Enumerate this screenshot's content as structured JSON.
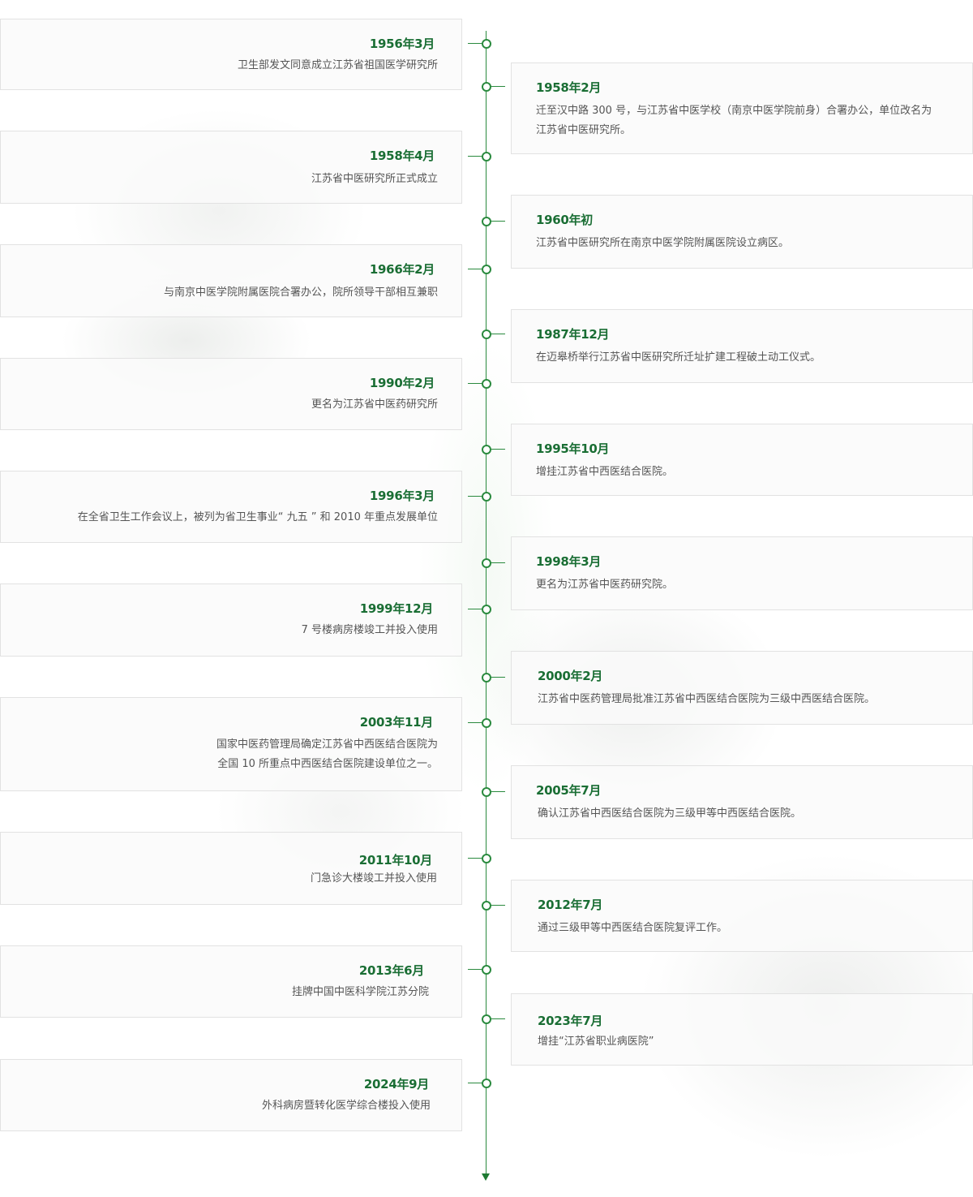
{
  "timeline": {
    "events": [
      {
        "date": "1956年3月",
        "desc": [
          "卫生部发文同意成立江苏省祖国医学研究所"
        ]
      },
      {
        "date": "1958年2月",
        "desc": [
          "迁至汉中路 300 号，与江苏省中医学校（南京中医学院前身）合署办公，单位改名为",
          "江苏省中医研究所。"
        ]
      },
      {
        "date": "1958年4月",
        "desc": [
          "江苏省中医研究所正式成立"
        ]
      },
      {
        "date": "1960年初",
        "desc": [
          "江苏省中医研究所在南京中医学院附属医院设立病区。"
        ]
      },
      {
        "date": "1966年2月",
        "desc": [
          "与南京中医学院附属医院合署办公，院所领导干部相互兼职"
        ]
      },
      {
        "date": "1987年12月",
        "desc": [
          "在迈皋桥举行江苏省中医研究所迁址扩建工程破土动工仪式。"
        ]
      },
      {
        "date": "1990年2月",
        "desc": [
          "更名为江苏省中医药研究所"
        ]
      },
      {
        "date": "1995年10月",
        "desc": [
          "增挂江苏省中西医结合医院。"
        ]
      },
      {
        "date": "1996年3月",
        "desc": [
          "在全省卫生工作会议上，被列为省卫生事业“ 九五 ” 和 2010 年重点发展单位"
        ]
      },
      {
        "date": "1998年3月",
        "desc": [
          "更名为江苏省中医药研究院。"
        ]
      },
      {
        "date": "1999年12月",
        "desc": [
          "7 号楼病房楼竣工并投入使用"
        ]
      },
      {
        "date": "2000年2月",
        "desc": [
          "江苏省中医药管理局批准江苏省中西医结合医院为三级中西医结合医院。"
        ]
      },
      {
        "date": "2003年11月",
        "desc": [
          "国家中医药管理局确定江苏省中西医结合医院为",
          "全国 10 所重点中西医结合医院建设单位之一。"
        ]
      },
      {
        "date": "2005年7月",
        "desc": [
          "确认江苏省中西医结合医院为三级甲等中西医结合医院。"
        ]
      },
      {
        "date": "2011年10月",
        "desc": [
          "门急诊大楼竣工并投入使用"
        ]
      },
      {
        "date": "2012年7月",
        "desc": [
          "通过三级甲等中西医结合医院复评工作。"
        ]
      },
      {
        "date": "2013年6月",
        "desc": [
          "挂牌中国中医科学院江苏分院"
        ]
      },
      {
        "date": "2023年7月",
        "desc": [
          "增挂“江苏省职业病医院”"
        ]
      },
      {
        "date": "2024年9月",
        "desc": [
          "外科病房暨转化医学综合楼投入使用"
        ]
      }
    ]
  },
  "colors": {
    "accent": "#1a6e34",
    "line": "#2a8a3e",
    "text": "#555555",
    "card_border": "#e2e2e2"
  },
  "icons": {
    "node": "circle-node-icon",
    "end": "arrow-down-icon"
  }
}
